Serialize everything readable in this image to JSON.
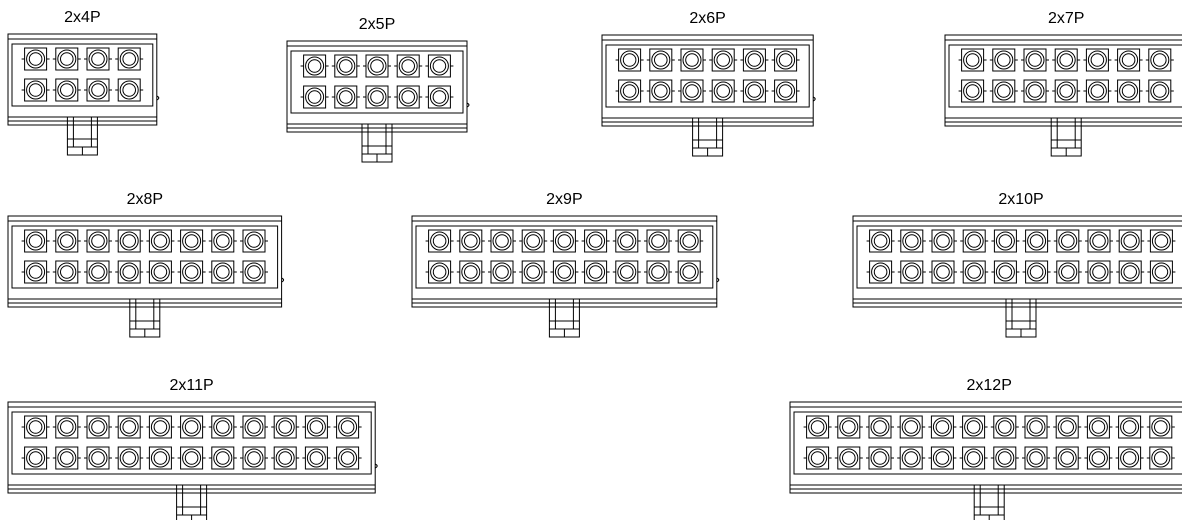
{
  "connectors": [
    {
      "label": "2x4P",
      "rows": 2,
      "pins": 4
    },
    {
      "label": "2x5P",
      "rows": 2,
      "pins": 5
    },
    {
      "label": "2x6P",
      "rows": 2,
      "pins": 6
    },
    {
      "label": "2x7P",
      "rows": 2,
      "pins": 7
    },
    {
      "label": "2x8P",
      "rows": 2,
      "pins": 8
    },
    {
      "label": "2x9P",
      "rows": 2,
      "pins": 9
    },
    {
      "label": "2x10P",
      "rows": 2,
      "pins": 10
    },
    {
      "label": "2x11P",
      "rows": 2,
      "pins": 11
    },
    {
      "label": "2x12P",
      "rows": 2,
      "pins": 12
    }
  ],
  "colors": {
    "line": "#000000",
    "background": "#ffffff",
    "text": "#000000"
  }
}
